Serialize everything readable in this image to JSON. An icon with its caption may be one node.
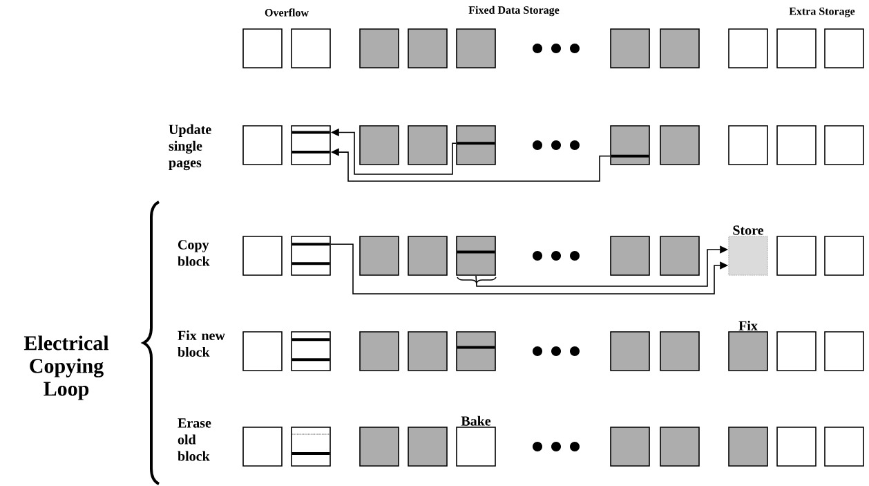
{
  "diagram": {
    "nodes": [
      {
        "text": [],
        "shape": "box"
      },
      {
        "text": [],
        "shape": "box"
      },
      {
        "text": [],
        "shape": "box"
      },
      {
        "text": [],
        "shape": "box"
      },
      {
        "text": [],
        "shape": "box"
      },
      {
        "text": [],
        "shape": "box"
      },
      {
        "text": [],
        "shape": "box"
      },
      {
        "text": [],
        "shape": "box"
      },
      {
        "text": [],
        "shape": "box"
      },
      {
        "text": [],
        "shape": "box"
      },
      {
        "text": [],
        "shape": "box"
      },
      {
        "text": [],
        "shape": "box"
      },
      {
        "text": [],
        "shape": "box"
      },
      {
        "text": [],
        "shape": "box"
      },
      {
        "text": [],
        "shape": "box"
      },
      {
        "text": [],
        "shape": "box"
      },
      {
        "text": [],
        "shape": "box"
      },
      {
        "text": [],
        "shape": "box"
      },
      {
        "text": [],
        "shape": "box"
      },
      {
        "text": [],
        "shape": "box"
      },
      {
        "text": [],
        "shape": "box"
      },
      {
        "text": [],
        "shape": "box"
      },
      {
        "text": [],
        "shape": "box"
      },
      {
        "text": [],
        "shape": "box"
      },
      {
        "text": [],
        "shape": "box"
      },
      {
        "text": [],
        "shape": "box"
      },
      {
        "text": [],
        "shape": "box"
      },
      {
        "text": [
          "Store"
        ]
      },
      {
        "text": [],
        "shape": "box"
      },
      {
        "text": [],
        "shape": "box"
      },
      {
        "text": [],
        "shape": "box"
      },
      {
        "text": [],
        "shape": "box"
      },
      {
        "text": [],
        "shape": "box"
      },
      {
        "text": [],
        "shape": "box"
      },
      {
        "text": [],
        "shape": "box"
      },
      {
        "text": [],
        "shape": "box"
      },
      {
        "text": [],
        "shape": "box"
      },
      {
        "text": [
          "Fix"
        ]
      },
      {
        "text": [],
        "shape": "box"
      },
      {
        "text": [],
        "shape": "box"
      },
      {
        "text": [],
        "shape": "box"
      },
      {
        "text": [],
        "shape": "box"
      },
      {
        "text": [],
        "shape": "box"
      },
      {
        "text": [],
        "shape": "box"
      },
      {
        "text": [
          "Bake"
        ]
      },
      {
        "text": [],
        "shape": "box"
      },
      {
        "text": [],
        "shape": "box"
      },
      {
        "text": [],
        "shape": "box"
      },
      {
        "text": [],
        "shape": "box"
      },
      {
        "text": [],
        "shape": "box"
      }
    ],
    "edges": [
      {
        "from": 14,
        "to": 11,
        "arrow": "to"
      },
      {
        "from": 15,
        "to": 11,
        "arrow": "to"
      },
      {
        "from": 21,
        "to": 27,
        "arrow": "to"
      },
      {
        "from": 24,
        "to": 27,
        "arrow": "to"
      }
    ],
    "labels": [
      "Overflow",
      "Fixed Data Storage",
      "Extra Storage",
      "Update single pages",
      "Copy block",
      "Electrical Copying Loop",
      "Fix new block",
      "Erase old block"
    ]
  }
}
